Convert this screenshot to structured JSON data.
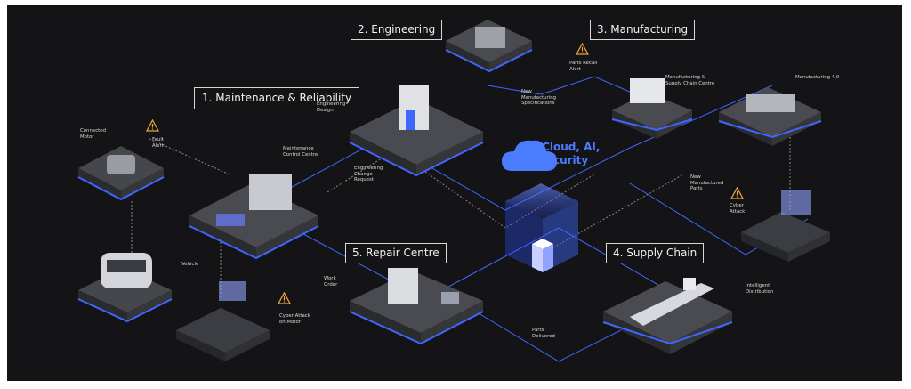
{
  "sections": {
    "maintenance": "1. Maintenance\n& Reliability",
    "engineering": "2. Engineering",
    "manufacturing": "3. Manufacturing",
    "supply_chain": "4. Supply Chain",
    "repair_centre": "5. Repair Centre",
    "cloud": "6. Cloud, AI,\nSecurity"
  },
  "labels": {
    "connected_motor": "Connected\nMotor",
    "fault_alert": "Fault\nAlert",
    "maintenance_control": "Maintenance\nControl Centre",
    "engineering_change": "Engineering\nChange\nRequest",
    "engineering_design": "Engineering\nDesign",
    "new_manufacturing_specs": "New\nManufacturing\nSpecifications",
    "parts_recall": "Parts Recall\nAlert",
    "manufacturing_supply_centre": "Manufacturing &\nSupply Chain Centre",
    "manufacturing_40": "Manufacturing 4.0",
    "new_manufactured_parts": "New\nManufactured\nParts",
    "cyber_attack": "Cyber\nAttack",
    "intelligent_distribution": "Intelligent\nDistribution",
    "parts_delivered": "Parts\nDelivered",
    "work_order": "Work\nOrder",
    "vehicle": "Vehicle",
    "cyber_attack_motor": "Cyber Attack\non Motor"
  },
  "colors": {
    "background": "#141416",
    "accent_blue": "#3f66ff",
    "cloud_blue": "#4b7cff",
    "platform_top": "#4a4b50",
    "platform_side": "#2a2b2f",
    "warning": "#e8a33c"
  }
}
